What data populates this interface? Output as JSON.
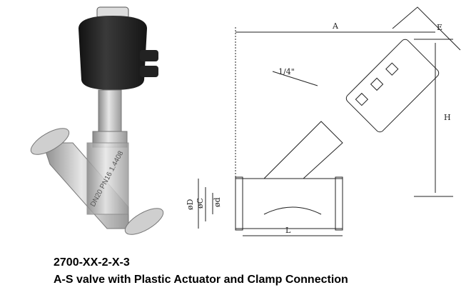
{
  "caption": {
    "code": "2700-XX-2-X-3",
    "description": "A-S valve with Plastic Actuator and Clamp Connection"
  },
  "drawing": {
    "labels": {
      "A": "A",
      "E": "E",
      "H": "H",
      "L": "L",
      "port": "1/4\"",
      "dD": "øD",
      "dC": "øC",
      "dd": "ød"
    }
  },
  "photo": {
    "body_marking": "DN20 PN16 1.4408"
  }
}
